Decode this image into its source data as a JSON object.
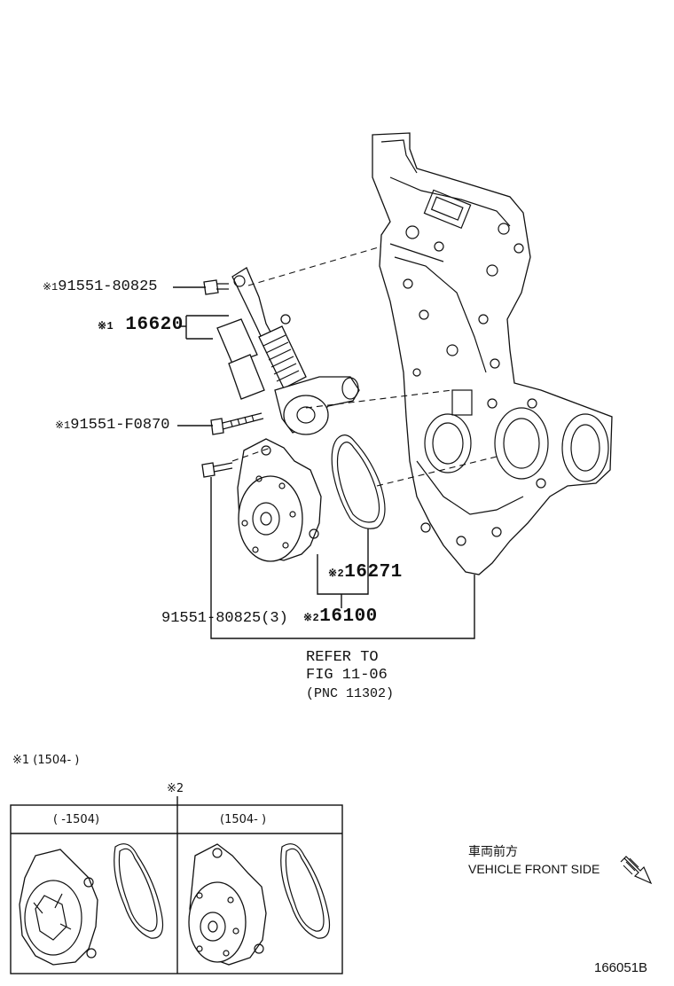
{
  "callouts": {
    "bolt_top": {
      "mark": "※1",
      "number": "91551-80825"
    },
    "tensioner": {
      "mark": "※1",
      "number": "16620"
    },
    "bolt_mid": {
      "mark": "※1",
      "number": "91551-F0870"
    },
    "gasket": {
      "mark": "※2",
      "number": "16271"
    },
    "bolt_pump": {
      "number": "91551-80825(3)"
    },
    "water_pump": {
      "mark": "※2",
      "number": "16100"
    }
  },
  "refer": {
    "line1": "REFER TO",
    "line2": "FIG 11-06",
    "line3": "(PNC 11302)"
  },
  "notes": {
    "note1": "※1 (1504-     )",
    "note2_mark": "※2"
  },
  "variant_table": {
    "left_header": "(    -1504)",
    "right_header": "(1504-     )"
  },
  "direction": {
    "japanese": "車両前方",
    "english": "VEHICLE FRONT SIDE"
  },
  "figure_id": "166051B"
}
